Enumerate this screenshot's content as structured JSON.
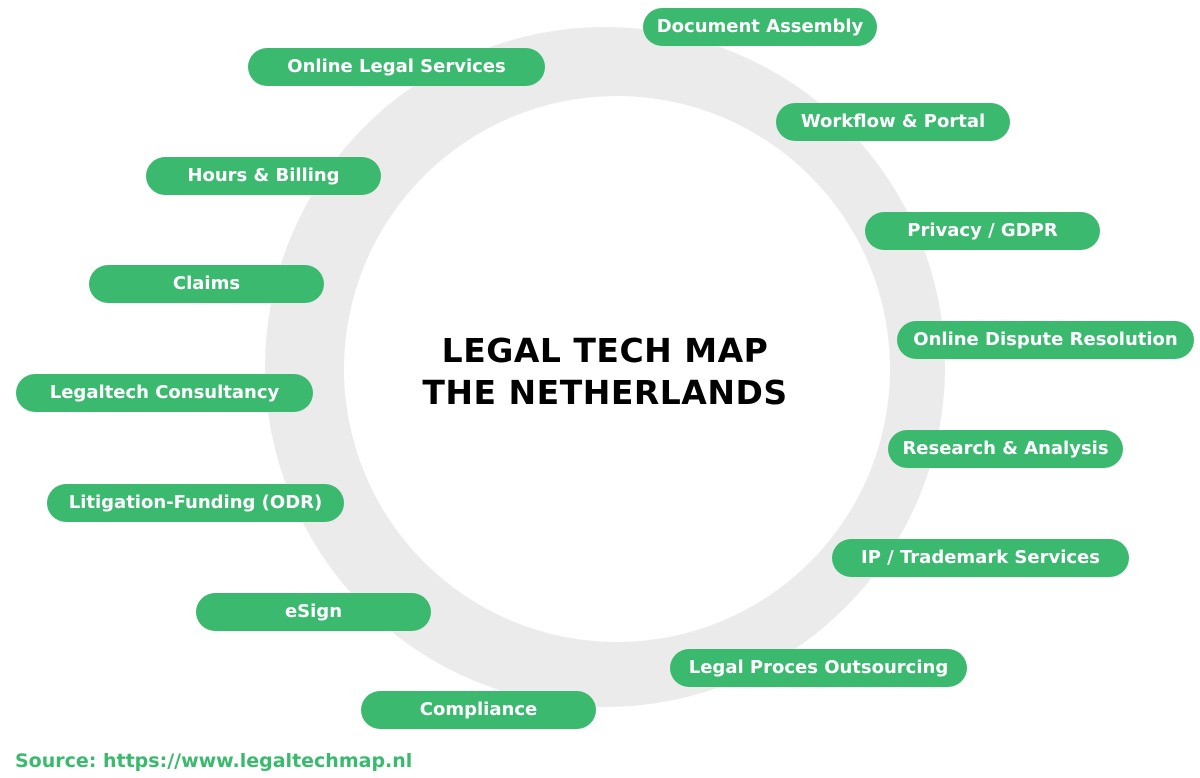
{
  "title": {
    "line1": "LEGAL TECH MAP",
    "line2": "THE NETHERLANDS"
  },
  "categories": {
    "document_assembly": "Document Assembly",
    "online_legal_services": "Online Legal Services",
    "workflow_portal": "Workflow & Portal",
    "hours_billing": "Hours & Billing",
    "privacy_gdpr": "Privacy / GDPR",
    "claims": "Claims",
    "online_dispute_resolution": "Online Dispute Resolution",
    "legaltech_consultancy": "Legaltech Consultancy",
    "research_analysis": "Research & Analysis",
    "litigation_funding": "Litigation-Funding (ODR)",
    "ip_trademark": "IP / Trademark Services",
    "esign": "eSign",
    "legal_proces_outsourcing": "Legal Proces Outsourcing",
    "compliance": "Compliance"
  },
  "source": "Source: https://www.legaltechmap.nl",
  "colors": {
    "pill": "#3ab96f",
    "ring": "#ebebeb",
    "title": "#000000"
  }
}
